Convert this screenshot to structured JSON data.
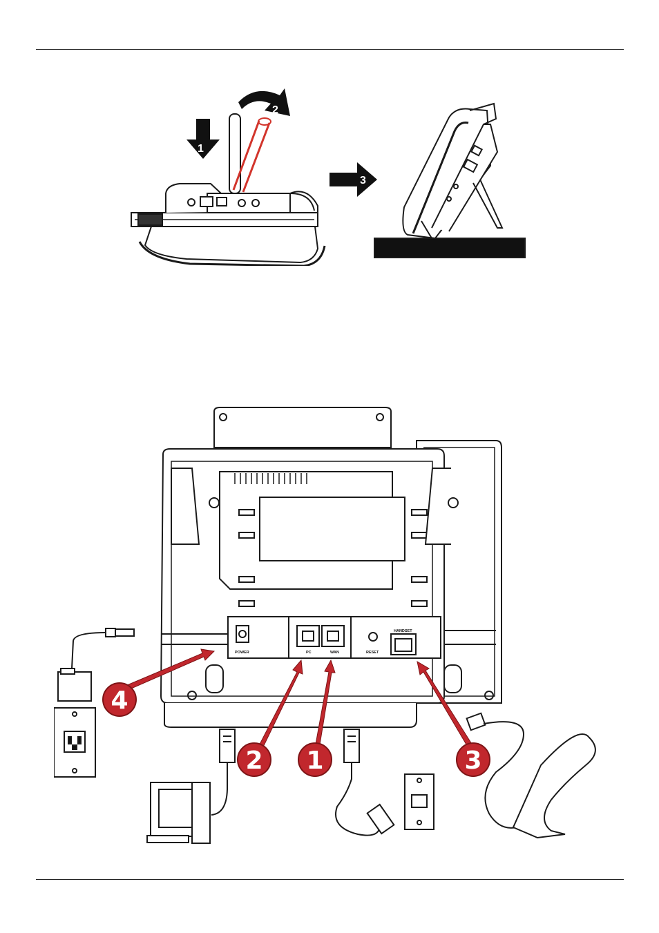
{
  "figure_stand": {
    "steps": [
      {
        "label": "1"
      },
      {
        "label": "2"
      },
      {
        "label": "3"
      }
    ]
  },
  "figure_connections": {
    "callouts": [
      {
        "label": "1"
      },
      {
        "label": "2"
      },
      {
        "label": "3"
      },
      {
        "label": "4"
      }
    ],
    "port_labels": {
      "power": "POWER",
      "pc": "PC",
      "wan": "WAN",
      "reset": "RESET",
      "handset": "HANDSET"
    }
  },
  "colors": {
    "callout_red": "#c1272d",
    "callout_red_dark": "#7d1416",
    "line": "#1a1a1a",
    "stand_red": "#d2342b"
  }
}
